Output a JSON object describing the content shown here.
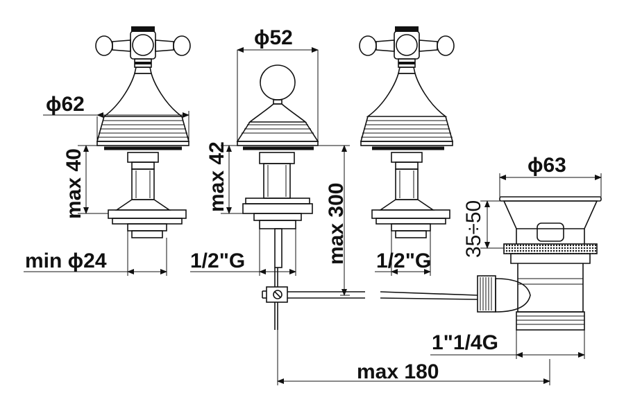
{
  "dimensions": {
    "phi62": "ϕ62",
    "phi52": "ϕ52",
    "phi63": "ϕ63",
    "max40": "max 40",
    "max42": "max 42",
    "max300": "max 300",
    "range35_50": "35÷50",
    "min_phi24": "min ϕ24",
    "thread_left": "1/2\"G",
    "thread_right": "1/2\"G",
    "thread_waste": "1\"1/4G",
    "max180": "max 180"
  },
  "colors": {
    "line": "#111111",
    "background": "#ffffff"
  }
}
